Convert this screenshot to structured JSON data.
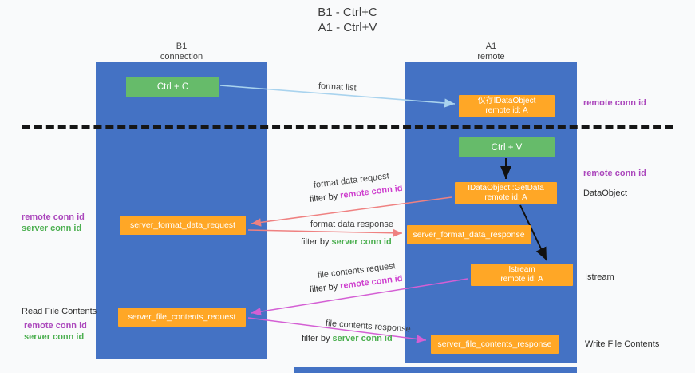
{
  "title": {
    "line1": "B1 - Ctrl+C",
    "line2": "A1 - Ctrl+V"
  },
  "lanes": {
    "left": {
      "name": "B1",
      "sub": "connection"
    },
    "right": {
      "name": "A1",
      "sub": "remote"
    }
  },
  "boxes": {
    "ctrl_c": {
      "label": "Ctrl + C"
    },
    "ctrl_v": {
      "label": "Ctrl + V"
    },
    "idataobject": {
      "line1": "仅存IDataObject",
      "line2": "remote id: A"
    },
    "getdata": {
      "line1": "IDataObject::GetData",
      "line2": "remote id: A"
    },
    "istream": {
      "line1": "Istream",
      "line2": "remote id: A"
    },
    "format_request": {
      "label": "server_format_data_request"
    },
    "format_response": {
      "label": "server_format_data_response"
    },
    "file_request": {
      "label": "server_file_contents_request"
    },
    "file_response": {
      "label": "server_file_contents_response"
    }
  },
  "arrow_labels": {
    "format_list": "format list",
    "format_data_request": "format data request",
    "format_data_response": "format data response",
    "file_contents_request": "file contents request",
    "file_contents_response": "file contents response",
    "filter_by": "filter by ",
    "remote_conn_id": "remote conn id",
    "server_conn_id": "server conn id"
  },
  "margin_labels": {
    "remote_conn_id_right_top": "remote conn id",
    "remote_conn_id_right_mid": "remote conn id",
    "dataobject": "DataObject",
    "istream": "Istream",
    "write_file_contents": "Write File Contents",
    "read_file_contents": "Read File Contents",
    "remote_conn_id_left_1": "remote conn id",
    "server_conn_id_left_1": "server conn id",
    "remote_conn_id_left_2": "remote conn id",
    "server_conn_id_left_2": "server conn id"
  },
  "colors": {
    "lane_blue": "#4472C4",
    "box_orange": "#FFA726",
    "box_green": "#66BB6A",
    "purple_text": "#AB47BC",
    "magenta_text": "#CE3FCE",
    "green_text": "#4CAF50",
    "arrow_blue": "#A9D3EE",
    "arrow_salmon": "#EF8181",
    "arrow_magenta": "#D45FD4",
    "arrow_black": "#111111"
  }
}
